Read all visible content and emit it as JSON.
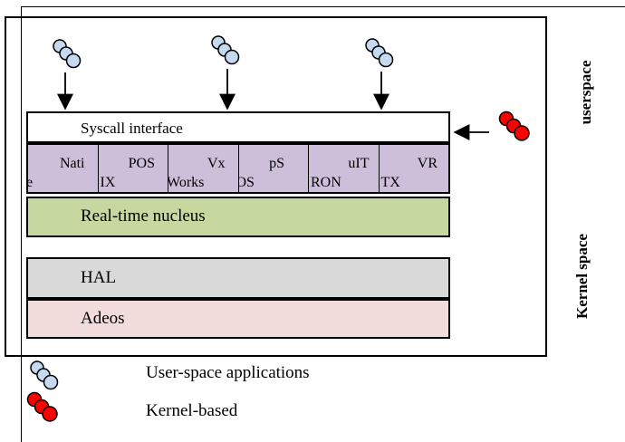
{
  "labels": {
    "syscall": "Syscall interface",
    "nucleus": "Real-time nucleus",
    "hal": "HAL",
    "adeos": "Adeos",
    "userspace": "userspace",
    "kernel_space": "Kernel space"
  },
  "personas": [
    {
      "line1": "Nati",
      "line2": "ve"
    },
    {
      "line1": "POS",
      "line2": "IX"
    },
    {
      "line1": "Vx",
      "line2": "Works"
    },
    {
      "line1": "pS",
      "line2": "OS"
    },
    {
      "line1": "uIT",
      "line2": "RON"
    },
    {
      "line1": "VR",
      "line2": "TX"
    }
  ],
  "legend": {
    "user_apps": "User-space applications",
    "kernel_based": "Kernel-based"
  },
  "colors": {
    "user_app_fill": "#c5d9f1",
    "kernel_app_fill": "#ff0000",
    "persona_fill": "#cdbfd9",
    "nucleus_fill": "#c6d8a0",
    "hal_fill": "#d9d9d9",
    "adeos_fill": "#f2dcdb"
  }
}
